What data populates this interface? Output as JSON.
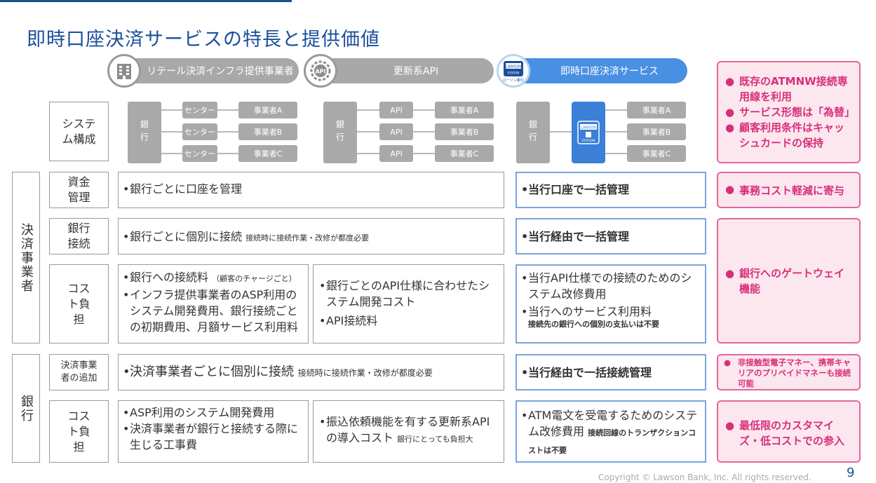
{
  "title": "即時口座決済サービスの特長と提供価値",
  "header": {
    "retail_label": "リテール決済インフラ提供事業者",
    "api_label": "更新系API",
    "instant_label": "即時口座決済サービス",
    "api_icon_text": "API"
  },
  "diagram": {
    "bank": "銀行",
    "center": "センター",
    "api": "API",
    "biz_a": "事業者A",
    "biz_b": "事業者B",
    "biz_c": "事業者C"
  },
  "rows": {
    "system": "システム構成",
    "funds": "資金管理",
    "bank_conn": "銀行接続",
    "cost": "コスト負担",
    "add_biz": "決済事業者の追加",
    "cost2": "コスト負担",
    "group_settlement": "決済事業者",
    "group_bank": "銀行"
  },
  "cells": {
    "funds_left": "銀行ごとに口座を管理",
    "funds_right": "当行口座で一括管理",
    "conn_left_main": "銀行ごとに個別に接続",
    "conn_left_note": "接続時に接続作業・改修が都度必要",
    "conn_right": "当行経由で一括管理",
    "cost_a1": "銀行への接続料",
    "cost_a1_note": "（顧客のチャージごと）",
    "cost_a2": "インフラ提供事業者のASP利用のシステム開発費用、銀行接続ごとの初期費用、月額サービス利用料",
    "cost_b1": "銀行ごとのAPI仕様に合わせたシステム開発コスト",
    "cost_b2": "API接続料",
    "cost_c1": "当行API仕様での接続のためのシステム改修費用",
    "cost_c2": "当行へのサービス利用料",
    "cost_c2_note": "接続先の銀行への個別の支払いは不要",
    "add_left_main": "決済事業者ごとに個別に接続",
    "add_left_note": "接続時に接続作業・改修が都度必要",
    "add_right": "当行経由で一括接続管理",
    "bcost_a1": "ASP利用のシステム開発費用",
    "bcost_a2": "決済事業者が銀行と接続する際に生じる工事費",
    "bcost_b1_main": "振込依頼機能を有する更新系APIの導入コスト",
    "bcost_b1_note": "銀行にとっても負担大",
    "bcost_c1_main": "ATM電文を受電するためのシステム改修費用",
    "bcost_c1_note": "接続回線のトランザクションコストは不要"
  },
  "values": {
    "v1": [
      "既存のATMNW接続専用線を利用",
      "サービス形態は「為替」",
      "顧客利用条件はキャッシュカードの保持"
    ],
    "v2": "事務コスト軽減に寄与",
    "v3": "銀行へのゲートウェイ機能",
    "v4": "非接触型電子マネー、携帯キャリアのプリペイドマネーも接続可能",
    "v5": "最低限のカスタマイズ・低コストでの参入"
  },
  "logo": {
    "brand": "LAWSON",
    "station": "STATION",
    "bank_name": "ローソン銀行"
  },
  "footer": {
    "copyright": "Copyright © Lawson Bank, Inc. All rights reserved.",
    "page": "9"
  },
  "colors": {
    "accent": "#1b4f9c",
    "blue": "#4a90e2",
    "pink": "#d6307a",
    "gray": "#a8a8a8"
  }
}
